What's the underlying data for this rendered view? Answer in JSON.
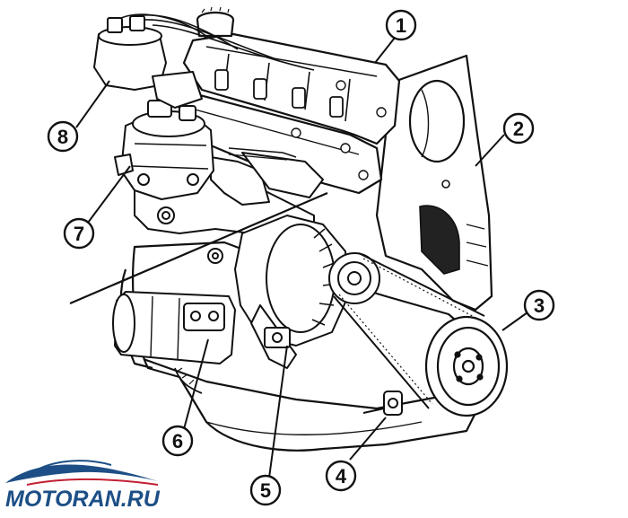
{
  "callouts": [
    {
      "number": "1"
    },
    {
      "number": "2"
    },
    {
      "number": "3"
    },
    {
      "number": "4"
    },
    {
      "number": "5"
    },
    {
      "number": "6"
    },
    {
      "number": "7"
    },
    {
      "number": "8"
    }
  ],
  "logo": {
    "text": "MOTORAN.RU",
    "color": "#1d4f86",
    "accent_color": "#c22032"
  }
}
